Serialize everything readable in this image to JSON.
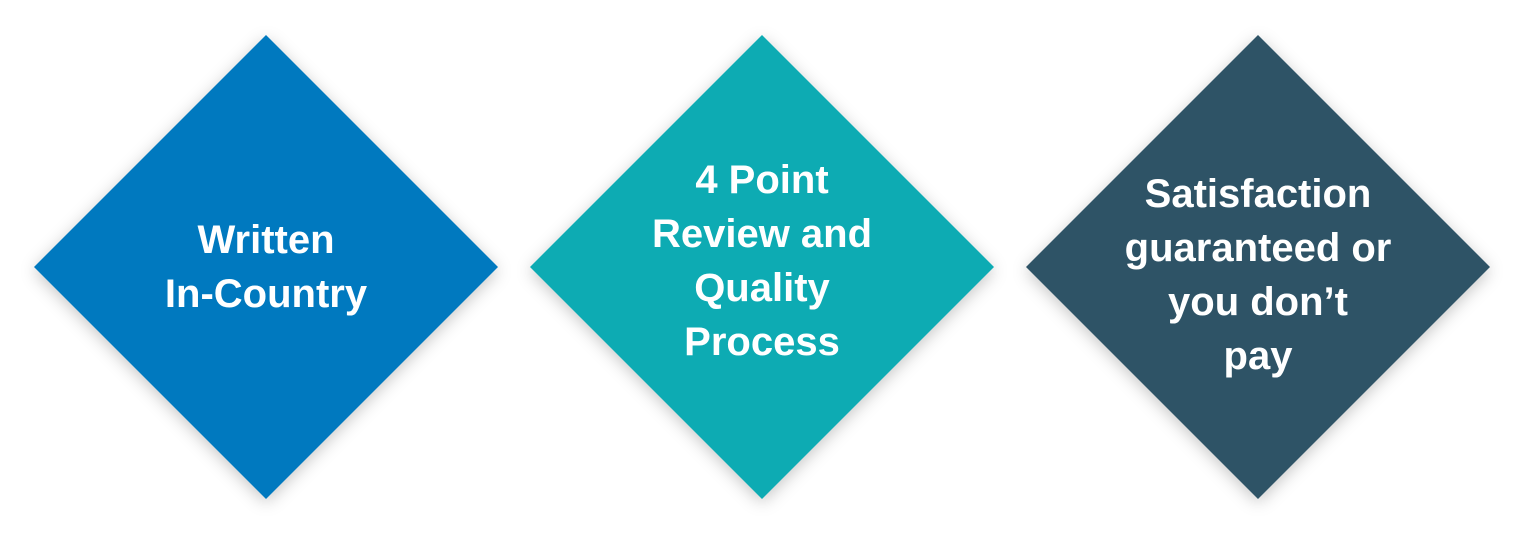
{
  "items": [
    {
      "label": "Written\nIn-Country",
      "color": "#0479bf"
    },
    {
      "label": "4 Point\nReview and\nQuality\nProcess",
      "color": "#0aabb3"
    },
    {
      "label": "Satisfaction\nguaranteed or\nyou don’t\npay",
      "color": "#2d5266"
    }
  ]
}
